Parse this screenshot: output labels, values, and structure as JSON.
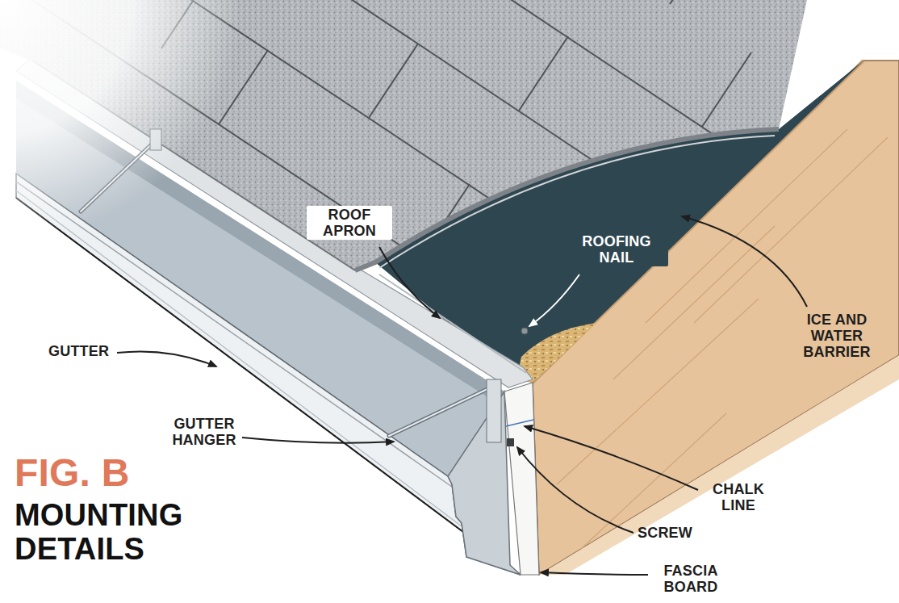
{
  "diagram": {
    "title": "MOUNTING DETAILS",
    "labels": [
      "ROOF APRON",
      "ROOFING NAIL",
      "GUTTER",
      "ICE AND WATER BARRIER",
      "GUTTER HANGER",
      "FIG. B",
      "CHALK LINE",
      "SCREW",
      "FASCIA BOARD"
    ]
  }
}
